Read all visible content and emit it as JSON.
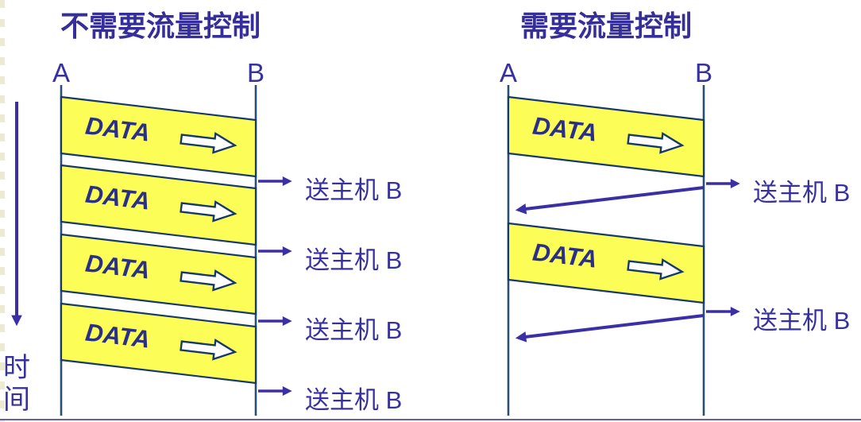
{
  "colors": {
    "background": "#FFFFFF",
    "title_ink": "#352E9B",
    "label_ink": "#37309F",
    "arrow_ink": "#3B2FA5",
    "lifeline": "#2A4E74",
    "packet_border": "#16396B",
    "packet_fill": "#FDFD58",
    "packet_label_ink": "#2A2F88",
    "block_arrow_fill": "#FFFFFF",
    "edge_line": "#4A449B"
  },
  "left_diagram": {
    "title": "不需要流量控制",
    "host_a_label": "A",
    "host_b_label": "B",
    "time_axis": {
      "label": "时间",
      "lines": [
        "时",
        "间"
      ]
    },
    "packets": [
      {
        "label": "DATA"
      },
      {
        "label": "DATA"
      },
      {
        "label": "DATA"
      },
      {
        "label": "DATA"
      }
    ],
    "deliveries": [
      {
        "label": "送主机 B"
      },
      {
        "label": "送主机 B"
      },
      {
        "label": "送主机 B"
      },
      {
        "label": "送主机 B"
      }
    ]
  },
  "right_diagram": {
    "title": "需要流量控制",
    "host_a_label": "A",
    "host_b_label": "B",
    "packets": [
      {
        "label": "DATA"
      },
      {
        "label": "DATA"
      }
    ],
    "deliveries": [
      {
        "label": "送主机 B"
      },
      {
        "label": "送主机 B"
      }
    ]
  }
}
